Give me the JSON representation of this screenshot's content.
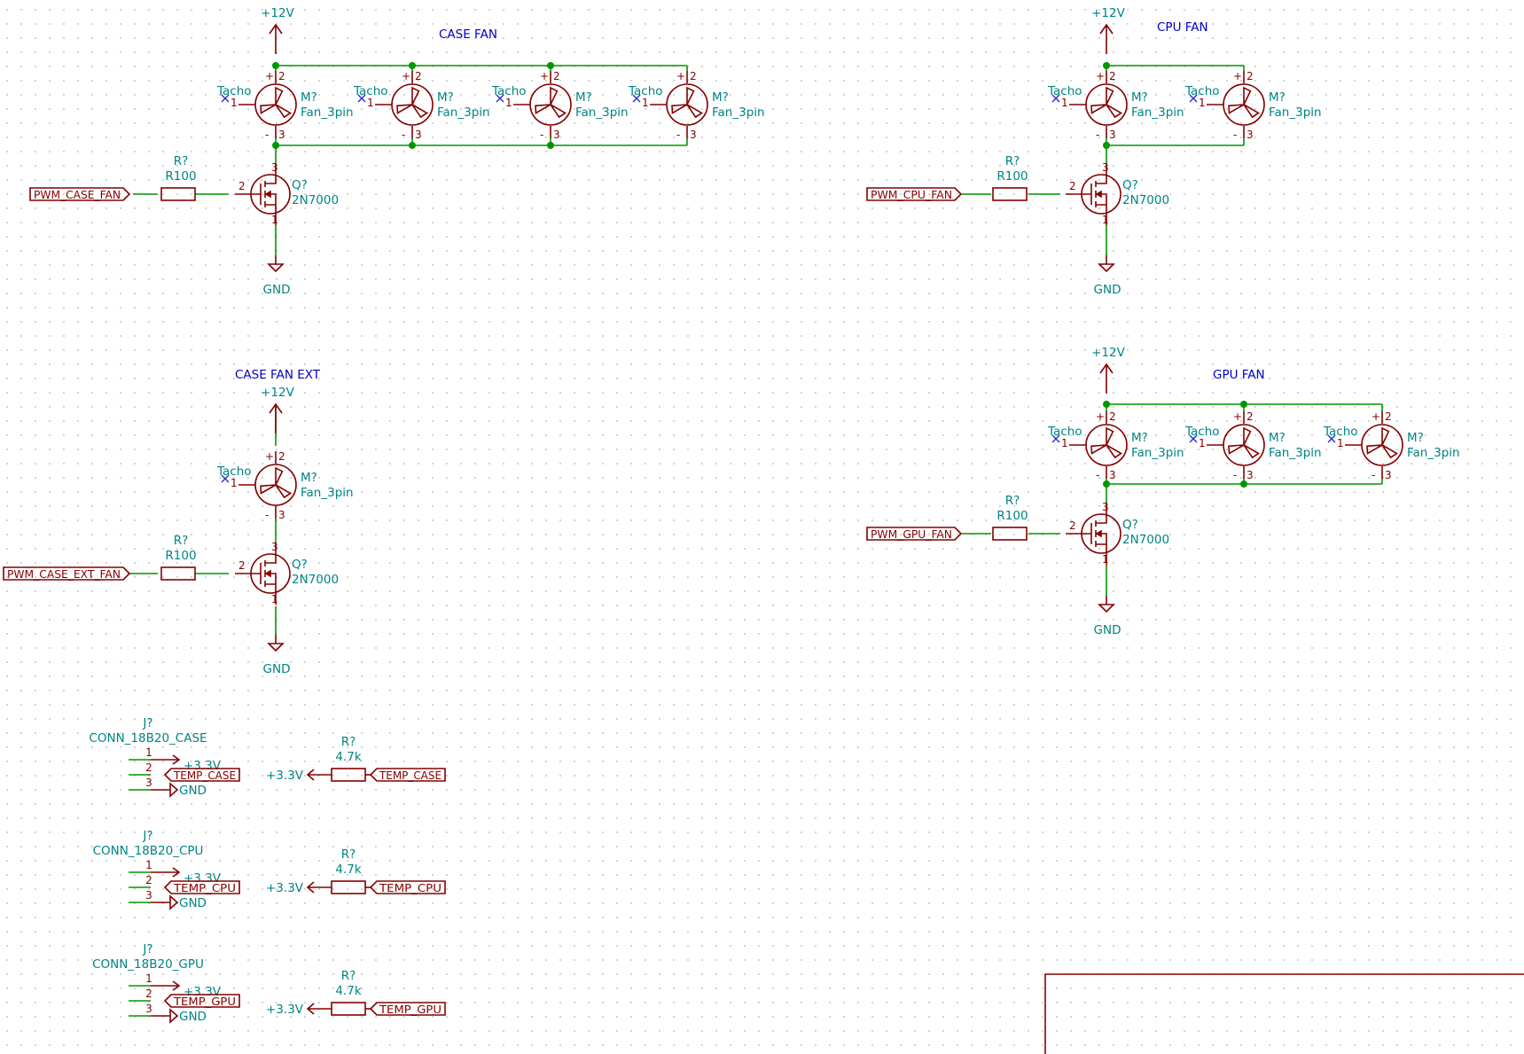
{
  "sections": {
    "case_fan": "CASE FAN",
    "cpu_fan": "CPU FAN",
    "case_fan_ext": "CASE FAN EXT",
    "gpu_fan": "GPU FAN"
  },
  "power": {
    "v12": "+12V",
    "gnd": "GND",
    "v33": "+3.3V"
  },
  "fan": {
    "ref": "M?",
    "value": "Fan_3pin",
    "tacho": "Tacho",
    "pin_plus": "+",
    "pin_minus": "-",
    "pin_tacho": "1",
    "pin_pwr": "2",
    "pin_gnd": "3"
  },
  "mosfet": {
    "ref": "Q?",
    "value": "2N7000",
    "pin_gate": "2",
    "pin_drain": "3",
    "pin_source": "1"
  },
  "resistor": {
    "ref": "R?",
    "gate_value": "R100",
    "pullup_value": "4.7k"
  },
  "labels": {
    "pwm_case": "PWM_CASE_FAN",
    "pwm_cpu": "PWM_CPU_FAN",
    "pwm_case_ext": "PWM_CASE_EXT_FAN",
    "pwm_gpu": "PWM_GPU_FAN",
    "temp_case": "TEMP_CASE",
    "temp_cpu": "TEMP_CPU",
    "temp_gpu": "TEMP_GPU"
  },
  "connectors": {
    "ref": "J?",
    "case": "CONN_18B20_CASE",
    "cpu": "CONN_18B20_CPU",
    "gpu": "CONN_18B20_GPU",
    "pin1": "1",
    "pin2": "2",
    "pin3": "3"
  },
  "colors": {
    "wire": "#009600",
    "symbol": "#840000",
    "text_field": "#008484",
    "note": "#0000c2",
    "no_connect": "#2a2ad2"
  }
}
